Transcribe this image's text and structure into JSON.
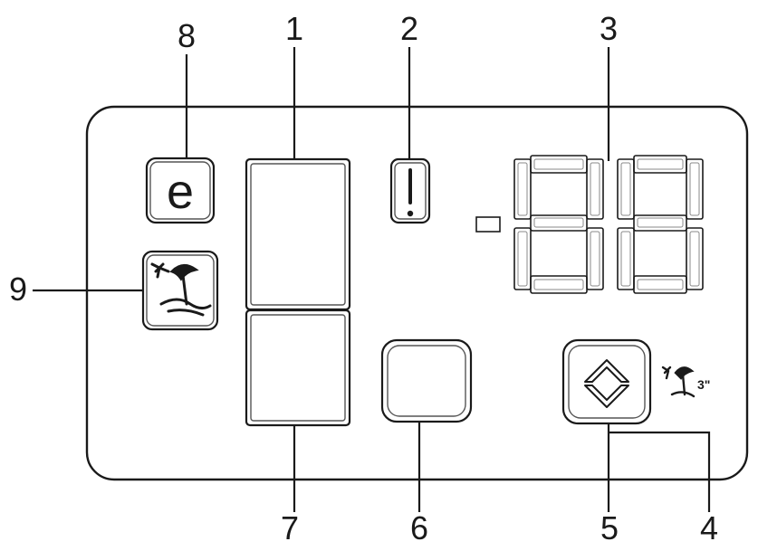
{
  "callouts": {
    "c1": "1",
    "c2": "2",
    "c3": "3",
    "c4": "4",
    "c5": "5",
    "c6": "6",
    "c7": "7",
    "c8": "8",
    "c9": "9"
  },
  "buttons": {
    "eco_glyph": "e",
    "alarm_glyph": "!"
  },
  "display": {
    "digit_count": 2,
    "minus_indicator": true
  }
}
